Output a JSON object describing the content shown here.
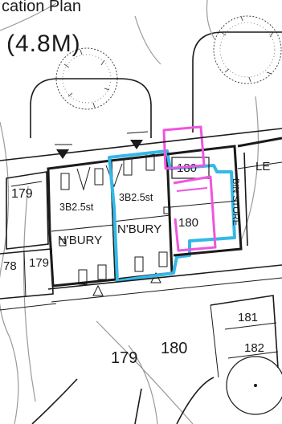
{
  "plan": {
    "title_partial": "cation Plan",
    "dimension_label": "(4.8M)",
    "labels": {
      "plot_179_left": "179",
      "plot_178_partial": "78",
      "plot_179_lower": "179",
      "house_type_left": "3B2.5st",
      "house_type_right": "3B2.5st",
      "house_name_left": "N'BURY",
      "house_name_right": "N'BURY",
      "parking_180_upper": "180",
      "parking_180_lower": "180",
      "bin_store": "BIN STORE",
      "right_edge_partial": "LE",
      "plot_181": "181",
      "plot_182": "182",
      "plot_180_bottom": "180",
      "plot_179_bottom": "179"
    },
    "highlight_colors": {
      "dwelling_outline": "#35b8e6",
      "parking_outline": "#ee55e0",
      "linework": "#1a1a1a"
    }
  }
}
